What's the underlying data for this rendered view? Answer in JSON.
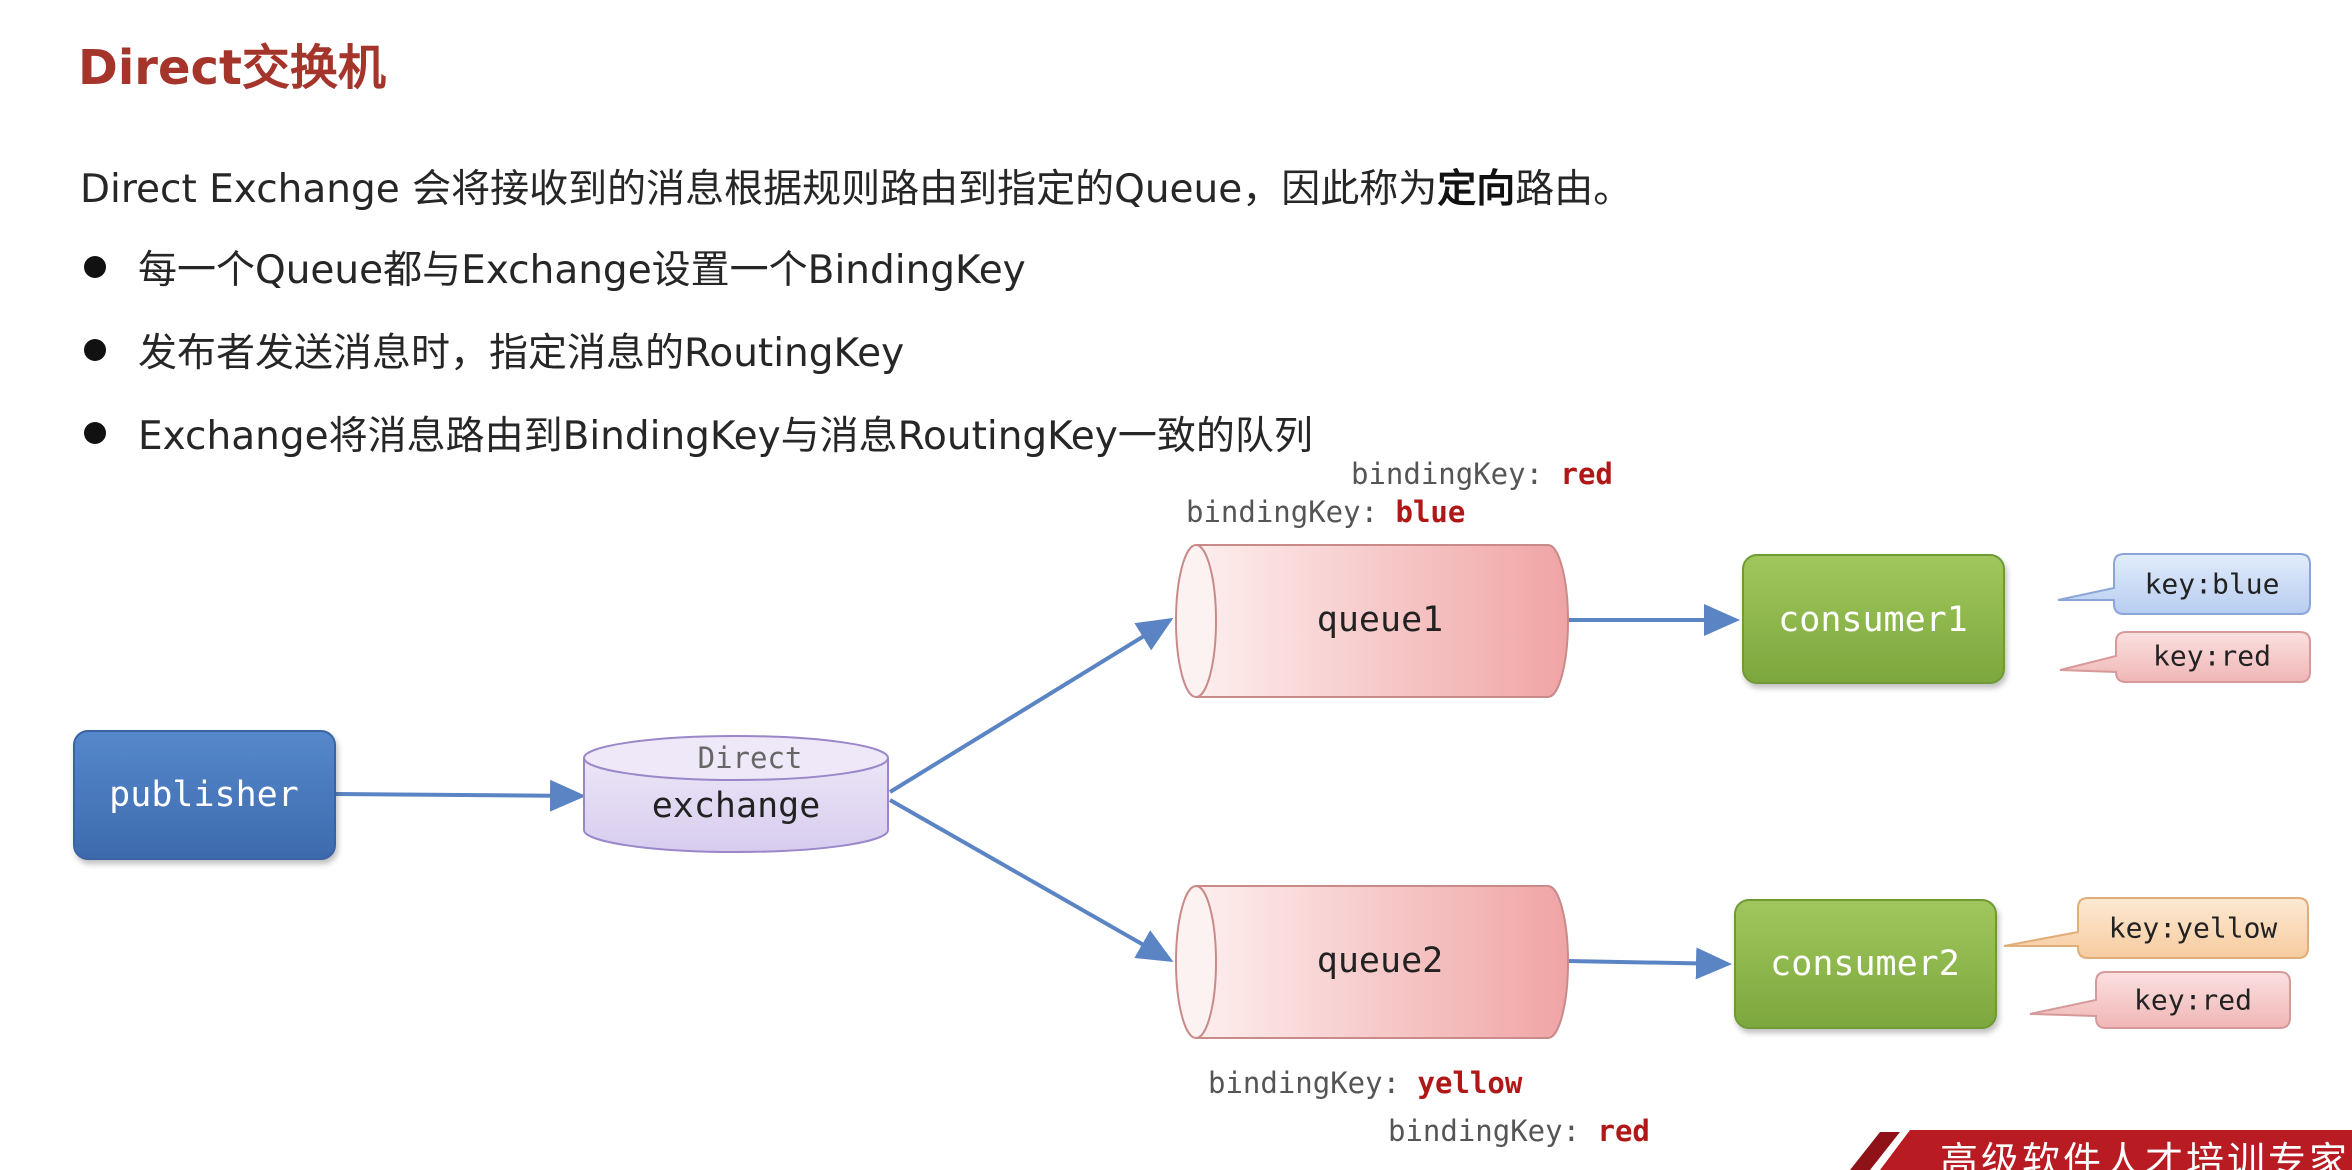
{
  "slide": {
    "title": "Direct交换机",
    "intro": {
      "before": "Direct Exchange 会将接收到的消息根据规则路由到指定的Queue，因此称为",
      "bold": "定向",
      "after": "路由。"
    },
    "bullets": [
      "每一个Queue都与Exchange设置一个BindingKey",
      "发布者发送消息时，指定消息的RoutingKey",
      "Exchange将消息路由到BindingKey与消息RoutingKey一致的队列"
    ]
  },
  "diagram": {
    "publisher": "publisher",
    "exchange": {
      "type_label": "Direct",
      "label": "exchange"
    },
    "queue1": {
      "label": "queue1",
      "binding_keys": [
        {
          "prefix": "bindingKey: ",
          "value": "red"
        },
        {
          "prefix": "bindingKey: ",
          "value": "blue"
        }
      ]
    },
    "queue2": {
      "label": "queue2",
      "binding_keys": [
        {
          "prefix": "bindingKey: ",
          "value": "yellow"
        },
        {
          "prefix": "bindingKey: ",
          "value": "red"
        }
      ]
    },
    "consumer1": {
      "label": "consumer1",
      "callouts": [
        "key:blue",
        "key:red"
      ]
    },
    "consumer2": {
      "label": "consumer2",
      "callouts": [
        "key:yellow",
        "key:red"
      ]
    }
  },
  "footer": {
    "slogan": "高级软件人才培训专家"
  },
  "colors": {
    "title": "#a5342b",
    "binding_value": "#b01818",
    "arrow": "#5b84c4",
    "publisher": "#4a78bd",
    "exchange": "#e2daf2",
    "queue": "#f3b2b2",
    "consumer": "#8db84a",
    "footer": "#b81c22"
  }
}
